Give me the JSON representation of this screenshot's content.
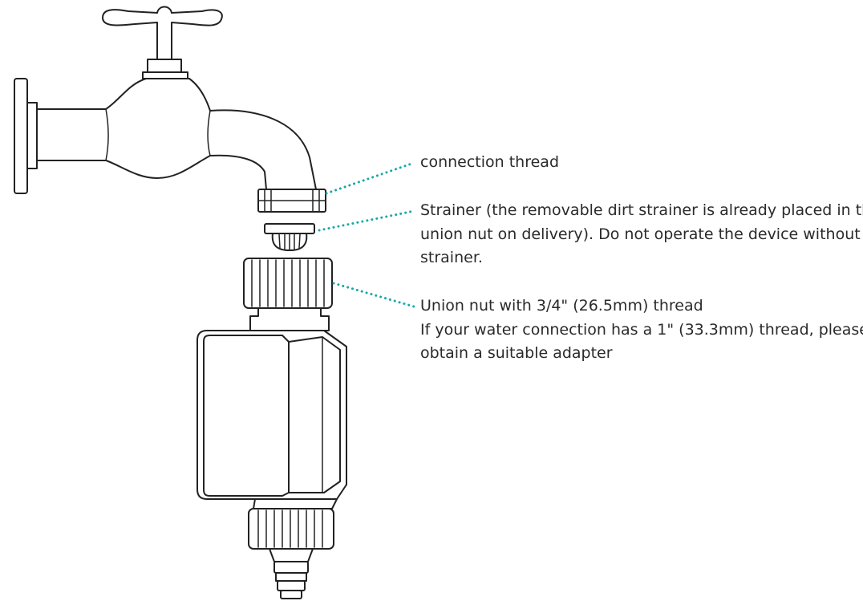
{
  "colors": {
    "leader": "#1aa7a7",
    "line": "#222222",
    "text": "#2a2a2a"
  },
  "labels": {
    "connection_thread": "connection thread",
    "strainer": [
      "Strainer (the removable dirt strainer is already placed in the",
      "union nut on delivery). Do not operate the device without a",
      "strainer."
    ],
    "union_nut": [
      "Union nut with 3/4\" (26.5mm) thread",
      "If your water connection has a 1\" (33.3mm) thread, please",
      "obtain a suitable adapter"
    ]
  }
}
